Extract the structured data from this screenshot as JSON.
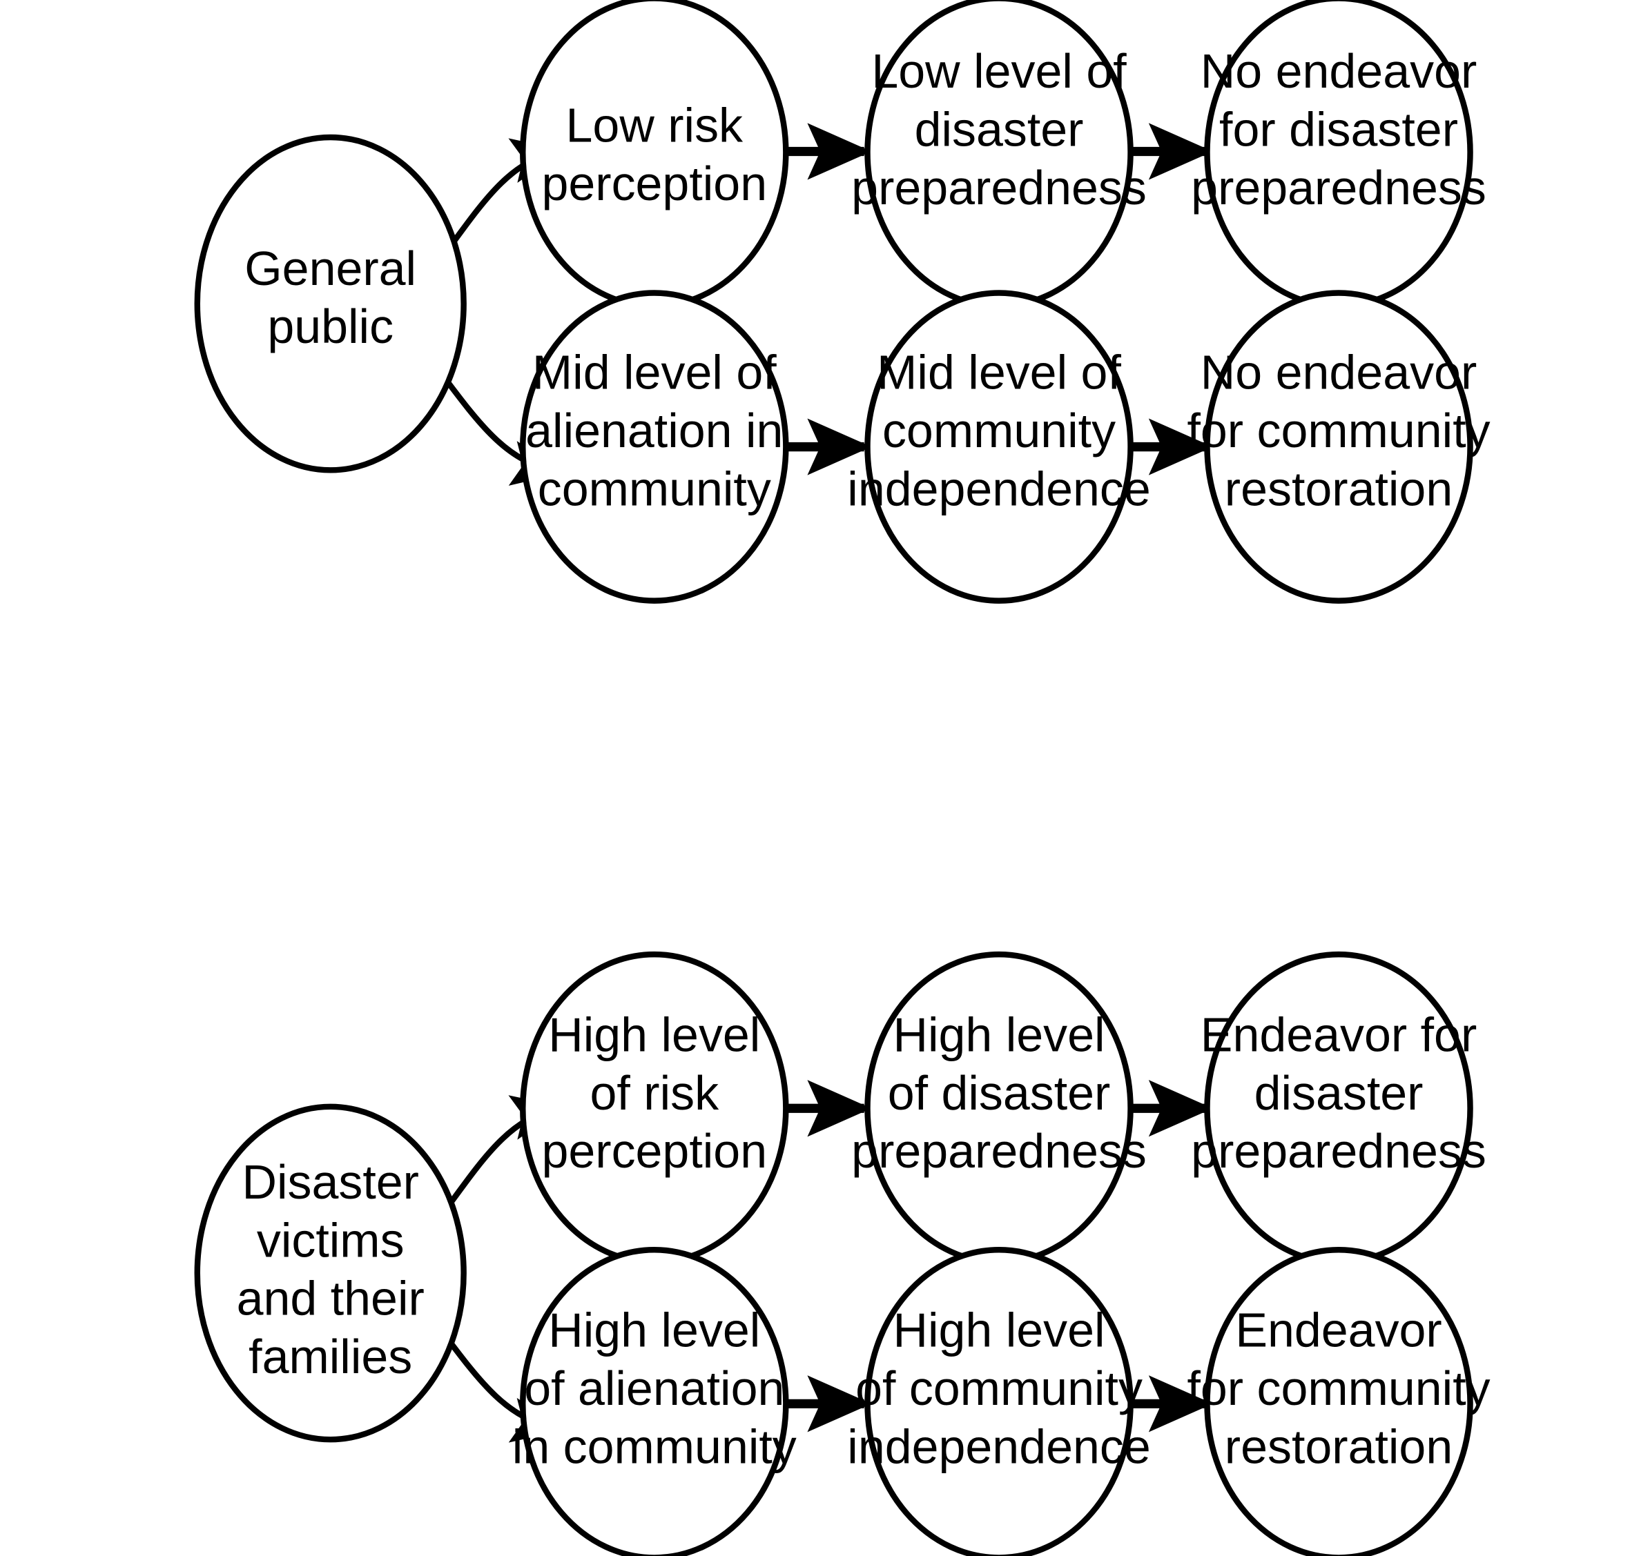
{
  "diagram": {
    "title": "Disaster preparedness and community restoration pathways",
    "background_color": "#ffffff",
    "stroke_color": "#000000",
    "groups": [
      {
        "id": "general-public-group",
        "source": {
          "id": "general-public",
          "lines": [
            "General",
            "public"
          ]
        },
        "branches": [
          {
            "id": "gp-risk-branch",
            "nodes": [
              {
                "id": "gp-low-risk-perception",
                "lines": [
                  "Low risk",
                  "perception"
                ]
              },
              {
                "id": "gp-low-disaster-preparedness",
                "lines": [
                  "Low level of",
                  "disaster",
                  "preparedness"
                ]
              },
              {
                "id": "gp-no-endeavor-disaster",
                "lines": [
                  "No endeavor",
                  "for disaster",
                  "preparedness"
                ]
              }
            ]
          },
          {
            "id": "gp-community-branch",
            "nodes": [
              {
                "id": "gp-mid-alienation",
                "lines": [
                  "Mid level of",
                  "alienation in",
                  "community"
                ]
              },
              {
                "id": "gp-mid-community-independence",
                "lines": [
                  "Mid level of",
                  "community",
                  "independence"
                ]
              },
              {
                "id": "gp-no-endeavor-community",
                "lines": [
                  "No endeavor",
                  "for community",
                  "restoration"
                ]
              }
            ]
          }
        ]
      },
      {
        "id": "disaster-victims-group",
        "source": {
          "id": "disaster-victims",
          "lines": [
            "Disaster",
            "victims",
            "and their",
            "families"
          ]
        },
        "branches": [
          {
            "id": "dv-risk-branch",
            "nodes": [
              {
                "id": "dv-high-risk-perception",
                "lines": [
                  "High level",
                  "of risk",
                  "perception"
                ]
              },
              {
                "id": "dv-high-disaster-preparedness",
                "lines": [
                  "High level",
                  "of disaster",
                  "preparedness"
                ]
              },
              {
                "id": "dv-endeavor-disaster",
                "lines": [
                  "Endeavor for",
                  "disaster",
                  "preparedness"
                ]
              }
            ]
          },
          {
            "id": "dv-community-branch",
            "nodes": [
              {
                "id": "dv-high-alienation",
                "lines": [
                  "High level",
                  "of alienation",
                  "in community"
                ]
              },
              {
                "id": "dv-high-community-independence",
                "lines": [
                  "High level",
                  "of community",
                  "independence"
                ]
              },
              {
                "id": "dv-endeavor-community",
                "lines": [
                  "Endeavor",
                  "for community",
                  "restoration"
                ]
              }
            ]
          }
        ]
      }
    ]
  }
}
